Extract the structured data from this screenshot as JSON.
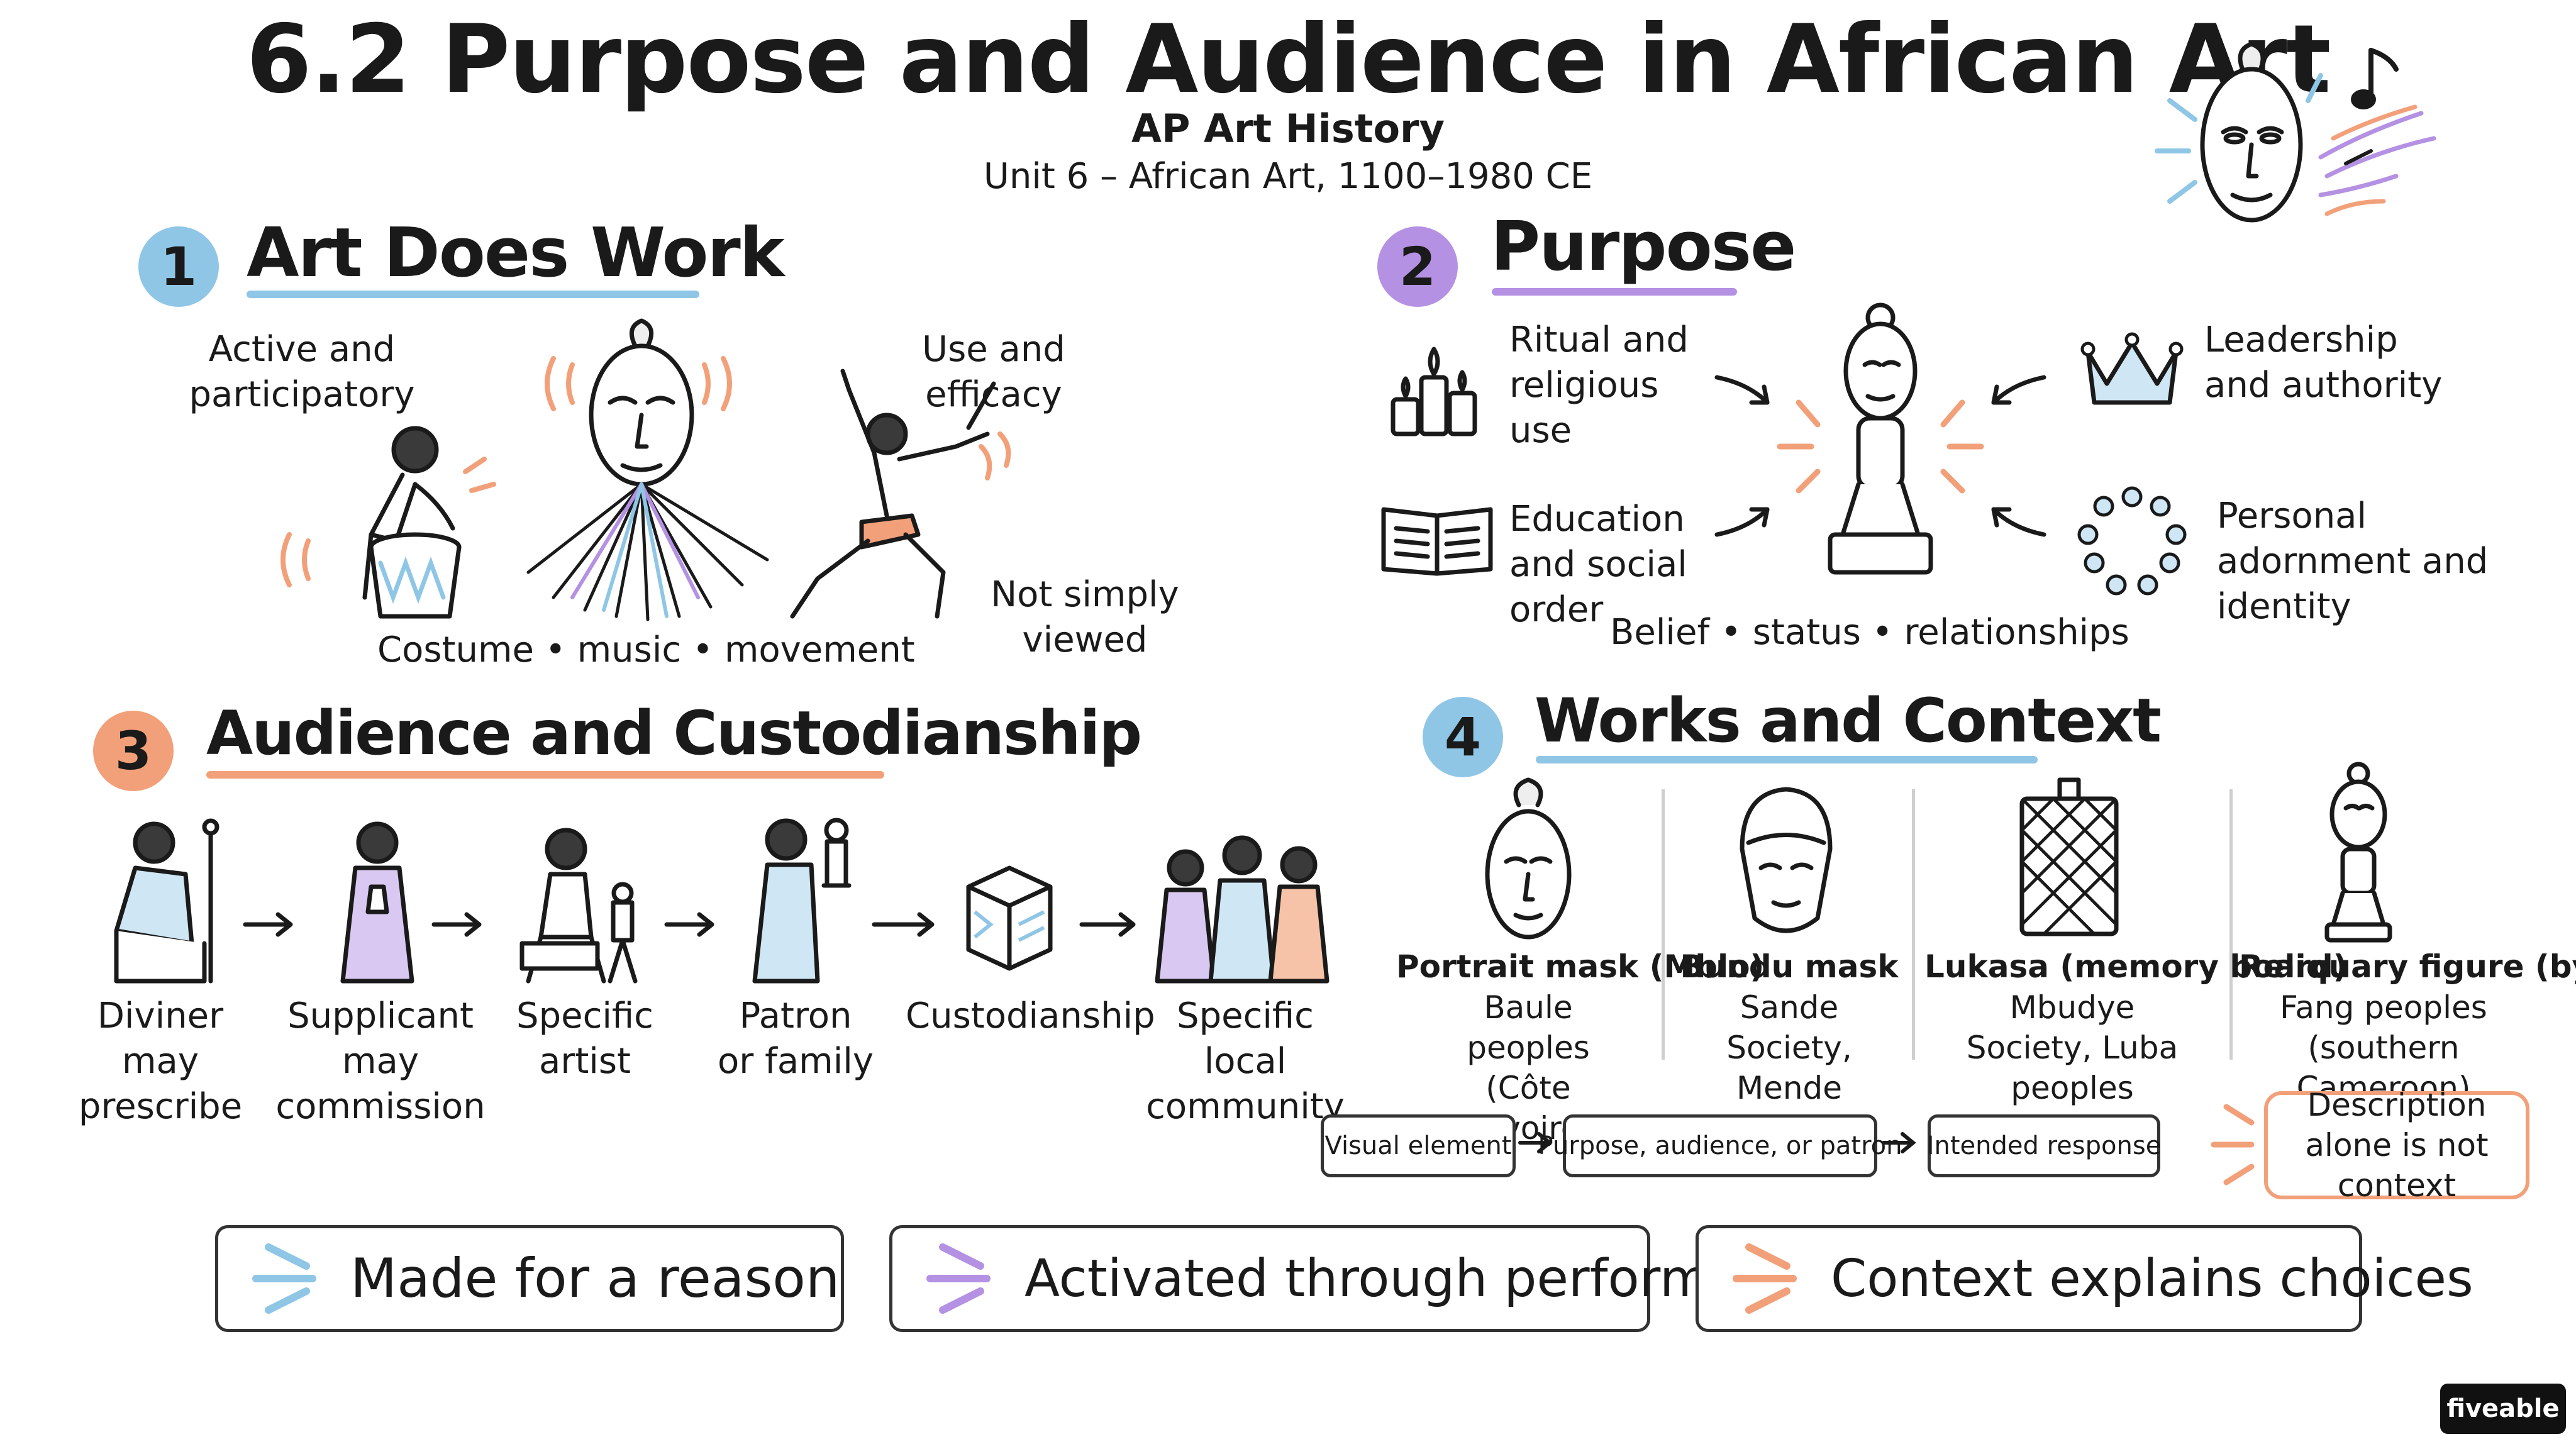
{
  "title": "6.2 Purpose and Audience in African Art",
  "subtitle": "AP Art History",
  "unit": "Unit 6 – African Art, 1100–1980 CE",
  "colors": {
    "blue": "#8fc6e6",
    "purple": "#b491e3",
    "orange": "#f2a07a",
    "ink": "#1a1a1a",
    "border": "#333333"
  },
  "sections": {
    "s1": {
      "number": "1",
      "title": "Art Does Work",
      "label_active": "Active and participatory",
      "label_use": "Use and efficacy",
      "label_cmm": "Costume • music • movement",
      "label_notviewed": "Not simply viewed",
      "icons": [
        "drummer-icon",
        "masked-dancer-icon",
        "dancer-icon"
      ]
    },
    "s2": {
      "number": "2",
      "title": "Purpose",
      "items": [
        {
          "label": "Ritual and religious use",
          "icon": "candles-icon"
        },
        {
          "label": "Leadership and authority",
          "icon": "crown-icon"
        },
        {
          "label": "Education and social order",
          "icon": "book-icon"
        },
        {
          "label": "Personal adornment and identity",
          "icon": "bead-necklace-icon"
        }
      ],
      "footer": "Belief • status • relationships",
      "center_icon": "seated-figure-icon"
    },
    "s3": {
      "number": "3",
      "title": "Audience and Custodianship",
      "steps": [
        {
          "label": "Diviner may prescribe",
          "icon": "diviner-icon"
        },
        {
          "label": "Supplicant may commission",
          "icon": "supplicant-icon"
        },
        {
          "label": "Specific artist",
          "icon": "carver-icon"
        },
        {
          "label": "Patron or family",
          "icon": "patron-icon"
        },
        {
          "label": "Custodianship",
          "icon": "box-icon"
        },
        {
          "label": "Specific local community",
          "icon": "community-icon"
        }
      ]
    },
    "s4": {
      "number": "4",
      "title": "Works and Context",
      "works": [
        {
          "name": "Portrait mask (Mblo)",
          "people": "Baule peoples (Côte d'Ivoire)",
          "icon": "mblo-mask-icon"
        },
        {
          "name": "Bundu mask",
          "people": "Sande Society, Mende peoples",
          "icon": "bundu-mask-icon"
        },
        {
          "name": "Lukasa (memory board)",
          "people": "Mbudye Society, Luba peoples",
          "icon": "lukasa-board-icon"
        },
        {
          "name": "Reliquary figure (byeri)",
          "people": "Fang peoples (southern Cameroon)",
          "icon": "byeri-figure-icon"
        }
      ],
      "flow": [
        "Visual element",
        "Purpose, audience, or patron",
        "Intended response"
      ],
      "note": "Description alone is not context"
    }
  },
  "takeaways": [
    {
      "label": "Made for a reason",
      "accent": "#8fc6e6"
    },
    {
      "label": "Activated through performance",
      "accent": "#b491e3"
    },
    {
      "label": "Context explains choices",
      "accent": "#f2a07a"
    }
  ],
  "brand": "fiveable"
}
